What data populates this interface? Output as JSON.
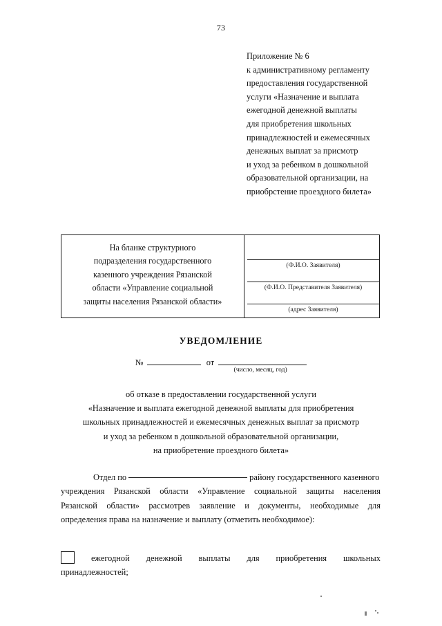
{
  "document": {
    "page_number": "73",
    "appendix_lines": [
      "Приложение № 6",
      "к административному регламенту",
      "предоставления государственной",
      "услуги «Назначение и выплата",
      "ежегодной денежной выплаты",
      "для приобретения школьных",
      "принадлежностей и ежемесячных",
      "денежных выплат за присмотр",
      "и уход за ребенком в дошкольной",
      "образовательной организации, на",
      "приобрстение проездного билета»"
    ]
  },
  "form_table": {
    "letterhead_lines": [
      "На бланке структурного",
      "подразделения государственного",
      "казенного учреждения Рязанской",
      "области «Управление социальной",
      "защиты населения Рязанской области»"
    ],
    "signature_captions": [
      "(Ф.И.О. Заявителя)",
      "(Ф.И.О. Представителя Заявителя)",
      "(адрес Заявителя)"
    ]
  },
  "notice": {
    "title": "УВЕДОМЛЕНИЕ",
    "number_label": "№",
    "date_label": "от",
    "date_caption": "(число, месяц, год)",
    "number_value": "",
    "date_value": ""
  },
  "subject": {
    "lines": [
      "об отказе в предоставлении государственной услуги",
      "«Назначение и выплата ежегодной денежной выплаты для приобретения",
      "школьных принадлежностей и ежемесячных денежных выплат за присмотр",
      "и уход за ребенком в дошкольной образовательной организации,",
      "на приобретение проездного билета»"
    ]
  },
  "body": {
    "line1_prefix": "Отдел по",
    "district_value": "",
    "line1_suffix": "району государственного казенного",
    "line2_words": [
      "учреждения",
      "Рязанской",
      "области",
      "«Управление",
      "социальной",
      "защиты",
      "населения"
    ],
    "line3_words": [
      "Рязанской",
      "области»",
      "рассмотрев",
      "заявление",
      "и",
      "документы,",
      "необходимые",
      "для"
    ],
    "line4": "определения права на назначение и выплату (отметить необходимое):"
  },
  "option": {
    "checkbox_checked": false,
    "line1_words": [
      "ежегодной",
      "денежной",
      "выплаты",
      "для",
      "приобретения",
      "школьных"
    ],
    "line2": "принадлежностей;"
  },
  "colors": {
    "ink": "#141414",
    "rule": "#1a1a1a",
    "paper": "#ffffff"
  }
}
